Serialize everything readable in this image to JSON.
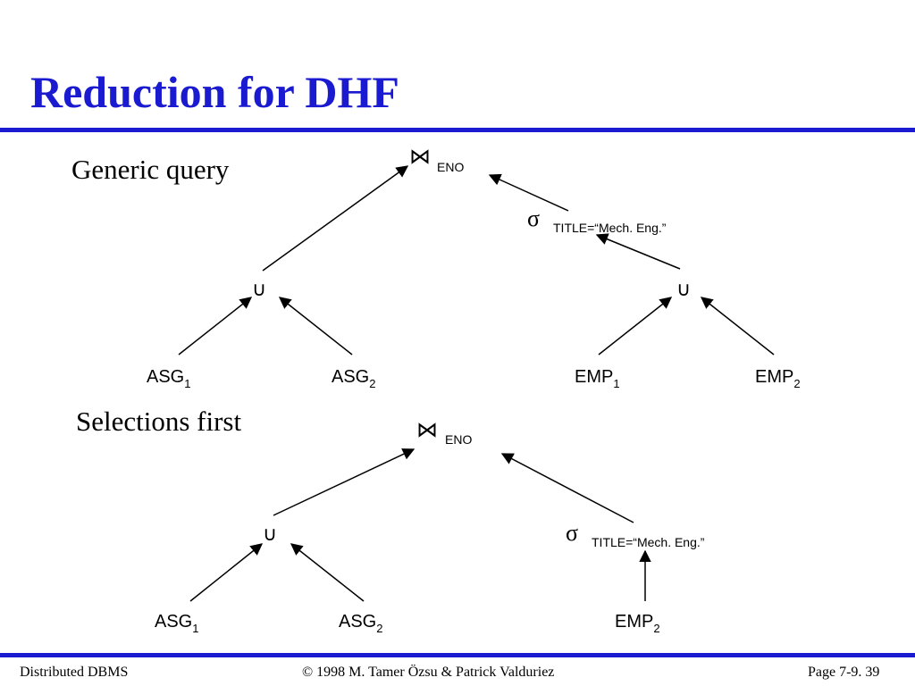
{
  "slide": {
    "title": "Reduction for DHF",
    "accent_color": "#1a1ad0"
  },
  "generic": {
    "label": "Generic query",
    "join_subscript": "ENO",
    "select_condition": "TITLE=“Mech. Eng.”",
    "leaves": [
      {
        "base": "ASG",
        "sub": "1"
      },
      {
        "base": "ASG",
        "sub": "2"
      },
      {
        "base": "EMP",
        "sub": "1"
      },
      {
        "base": "EMP",
        "sub": "2"
      }
    ]
  },
  "selections_first": {
    "label": "Selections first",
    "join_subscript": "ENO",
    "select_condition": "TITLE=“Mech. Eng.”",
    "leaves": [
      {
        "base": "ASG",
        "sub": "1"
      },
      {
        "base": "ASG",
        "sub": "2"
      },
      {
        "base": "EMP",
        "sub": "2"
      }
    ]
  },
  "symbols": {
    "join": "⋈",
    "union": "∪",
    "select": "σ"
  },
  "footer": {
    "left": "Distributed DBMS",
    "center": "© 1998 M. Tamer Özsu & Patrick Valduriez",
    "right": "Page 7-9. 39"
  }
}
